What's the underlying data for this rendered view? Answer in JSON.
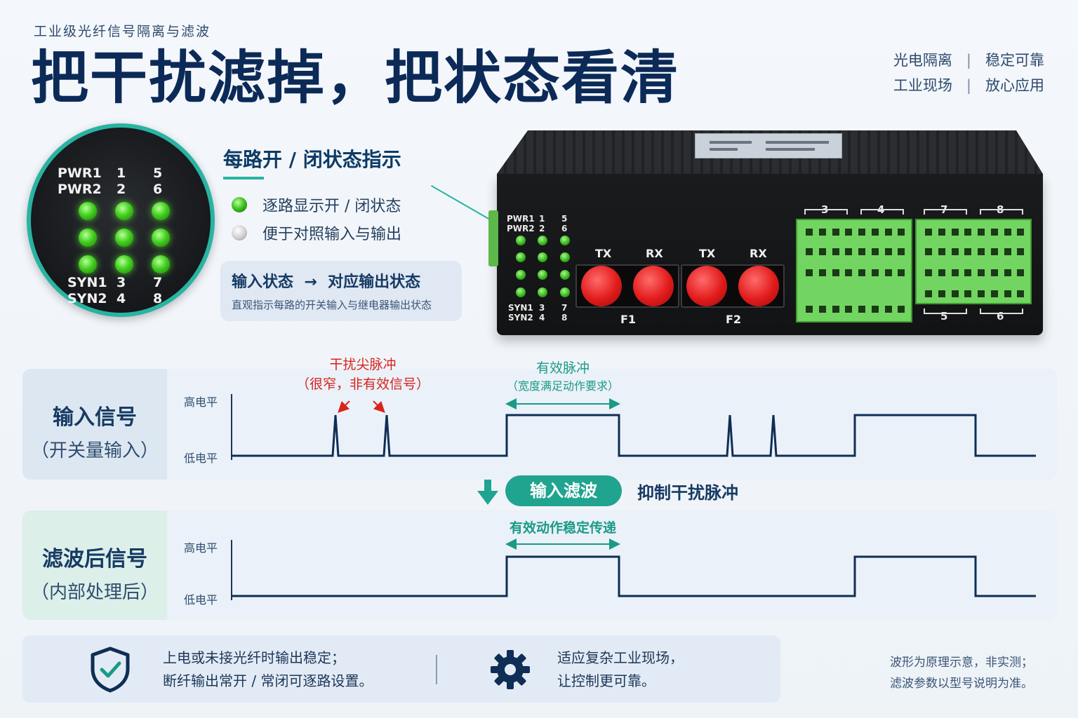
{
  "header": {
    "subtitle": "工业级光纤信号隔离与滤波",
    "headline": "把干扰滤掉，把状态看清",
    "tags": [
      [
        "光电隔离",
        "稳定可靠"
      ],
      [
        "工业现场",
        "放心应用"
      ]
    ],
    "tag_separator": "|"
  },
  "led_zoom": {
    "labels_top": [
      "PWR1",
      "PWR2"
    ],
    "labels_bottom": [
      "SYN1",
      "SYN2"
    ],
    "col_nums_top": [
      [
        "1",
        "2"
      ],
      [
        "5",
        "6"
      ]
    ],
    "col_nums_bottom": [
      [
        "3",
        "4"
      ],
      [
        "7",
        "8"
      ]
    ]
  },
  "feature": {
    "title": "每路开 / 闭状态指示",
    "items": [
      "逐路显示开 / 闭状态",
      "便于对照输入与输出"
    ],
    "io_main": "输入状态  →  对应输出状态",
    "io_sub": "直观指示每路的开关输入与继电器输出状态"
  },
  "device": {
    "led_labels_top": [
      "PWR1",
      "PWR2"
    ],
    "led_labels_bottom": [
      "SYN1",
      "SYN2"
    ],
    "nums_top": [
      "1",
      "2",
      "5",
      "6"
    ],
    "nums_bottom": [
      "3",
      "4",
      "7",
      "8"
    ],
    "ports": [
      "TX",
      "RX",
      "TX",
      "RX"
    ],
    "port_groups": [
      "F1",
      "F2"
    ],
    "terminal_top_labels": [
      "3",
      "4",
      "7",
      "8"
    ],
    "terminal_bottom_labels": [
      "5",
      "6"
    ]
  },
  "input_panel": {
    "title": "输入信号",
    "subtitle": "（开关量输入）",
    "high": "高电平",
    "low": "低电平",
    "spike_annot": [
      "干扰尖脉冲",
      "（很窄，非有效信号）"
    ],
    "valid_annot": [
      "有效脉冲",
      "（宽度满足动作要求）"
    ]
  },
  "filter": {
    "pill": "输入滤波",
    "text": "抑制干扰脉冲"
  },
  "output_panel": {
    "title": "滤波后信号",
    "subtitle": "（内部处理后）",
    "high": "高电平",
    "low": "低电平",
    "valid_annot": "有效动作稳定传递"
  },
  "footer": {
    "left_lines": [
      "上电或未接光纤时输出稳定；",
      "断纤输出常开 / 常闭可逐路设置。"
    ],
    "right_lines": [
      "适应复杂工业现场，",
      "让控制更可靠。"
    ],
    "note_lines": [
      "波形为原理示意，非实测；",
      "滤波参数以型号说明为准。"
    ]
  },
  "colors": {
    "navy": "#0c2a57",
    "teal": "#20a48f",
    "red_annot": "#d9231d",
    "led_green": "#43d11f",
    "port_red": "#e11b1b"
  }
}
